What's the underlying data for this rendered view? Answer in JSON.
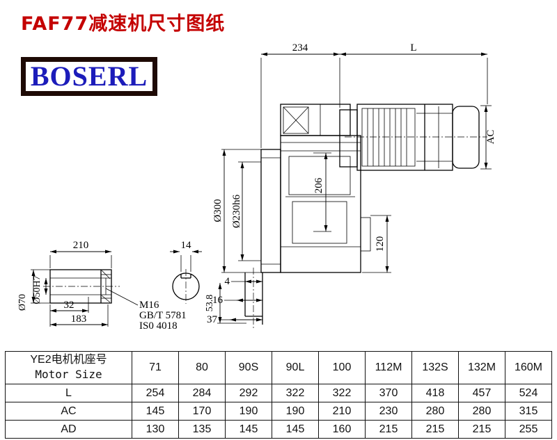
{
  "page": {
    "title": "FAF77减速机尺寸图纸",
    "logo_text": "BOSERL"
  },
  "drawing": {
    "d234": "234",
    "dL": "L",
    "dAC": "AC",
    "d206": "206",
    "d300": "Ø300",
    "d230": "Ø230h6",
    "d120": "120",
    "d210": "210",
    "d14": "14",
    "d70": "Ø70",
    "d50": "Ø50H7",
    "d32": "32",
    "d183": "183",
    "m16": "M16",
    "gb": "GB/T 5781",
    "iso": "IS0 4018",
    "d4": "4",
    "d16": "16",
    "d37": "37",
    "d538": "53.8"
  },
  "table": {
    "header": {
      "line1": "YE2电机机座号",
      "line2": "Motor Size"
    },
    "columns": [
      "71",
      "80",
      "90S",
      "90L",
      "100",
      "112M",
      "132S",
      "132M",
      "160M"
    ],
    "rows": [
      {
        "label": "L",
        "values": [
          "254",
          "284",
          "292",
          "322",
          "322",
          "370",
          "418",
          "457",
          "524"
        ]
      },
      {
        "label": "AC",
        "values": [
          "145",
          "170",
          "190",
          "190",
          "210",
          "230",
          "280",
          "280",
          "315"
        ]
      },
      {
        "label": "AD",
        "values": [
          "130",
          "135",
          "145",
          "145",
          "160",
          "215",
          "215",
          "215",
          "255"
        ]
      }
    ]
  },
  "colors": {
    "title_red": "#c40000",
    "logo_blue": "#1c1cba",
    "logo_border": "#1e0a05",
    "line": "#000000"
  }
}
